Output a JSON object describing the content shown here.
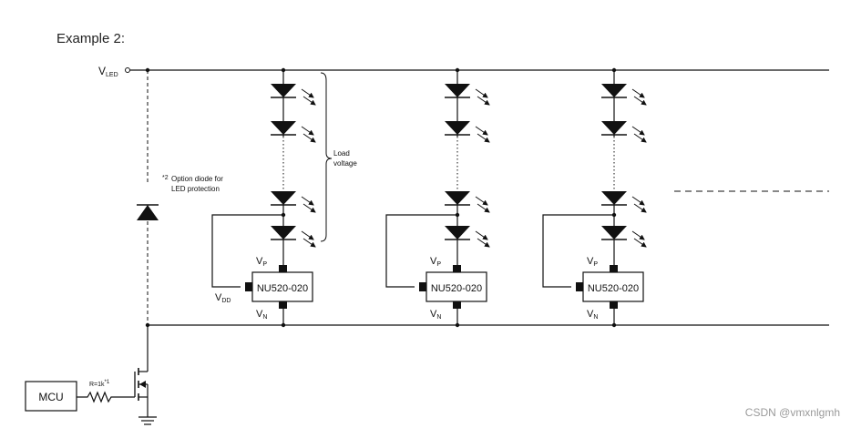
{
  "title": "Example 2:",
  "watermark": "CSDN @vmxnlgmh",
  "labels": {
    "vled_main": "V",
    "vled_sub": "LED",
    "option_note_mark": "*2",
    "option_note_line1": "Option diode for",
    "option_note_line2": "LED protection",
    "load_line1": "Load",
    "load_line2": "voltage",
    "resistor": "R=1k",
    "resistor_mark": "*1",
    "mcu": "MCU",
    "vp_main": "V",
    "vp_sub": "P",
    "vn_main": "V",
    "vn_sub": "N",
    "vdd_main": "V",
    "vdd_sub": "DD"
  },
  "drivers": [
    {
      "chip": "NU520-020"
    },
    {
      "chip": "NU520-020"
    },
    {
      "chip": "NU520-020"
    }
  ]
}
